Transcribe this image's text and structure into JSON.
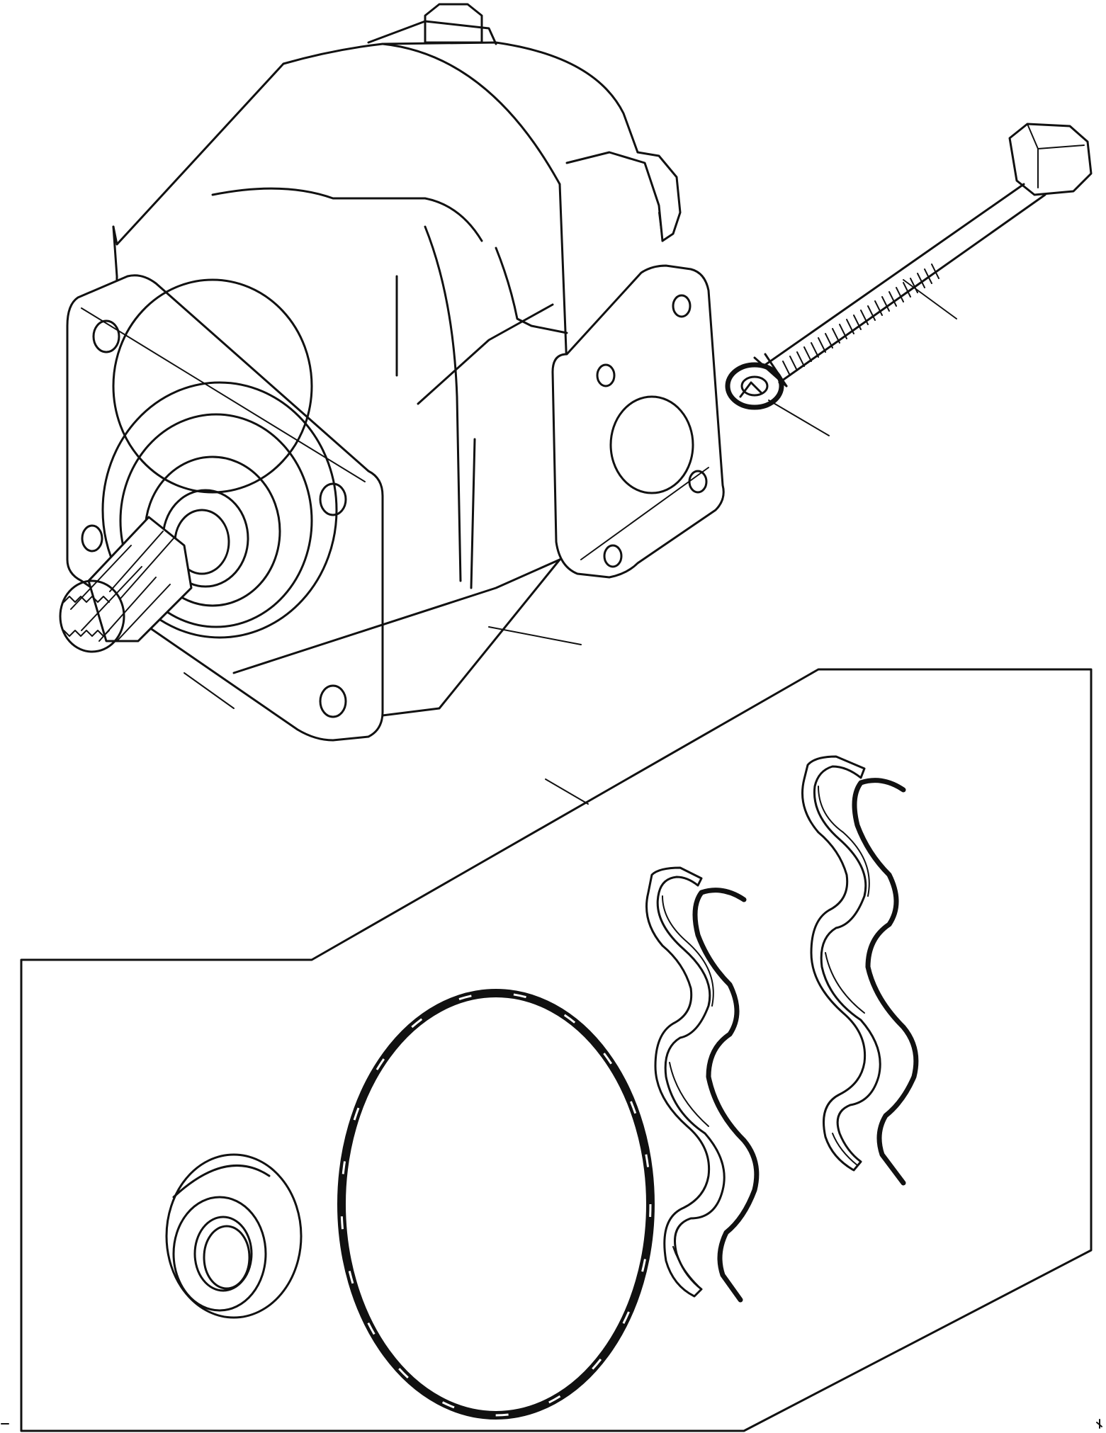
{
  "diagram": {
    "background": "#ffffff",
    "line_color": "#111111",
    "parts": [
      {
        "id": "pump-body",
        "icon": "gear-pump-icon"
      },
      {
        "id": "mounting-bolt",
        "icon": "bolt-icon"
      },
      {
        "id": "lock-washer",
        "icon": "washer-icon"
      },
      {
        "id": "seal-kit-panel",
        "icon": "kit-panel-icon"
      },
      {
        "id": "oil-seal",
        "icon": "oil-seal-icon"
      },
      {
        "id": "o-ring",
        "icon": "o-ring-icon"
      },
      {
        "id": "backup-seal-left",
        "icon": "backup-seal-icon"
      },
      {
        "id": "backup-seal-right",
        "icon": "backup-seal-icon"
      }
    ]
  }
}
